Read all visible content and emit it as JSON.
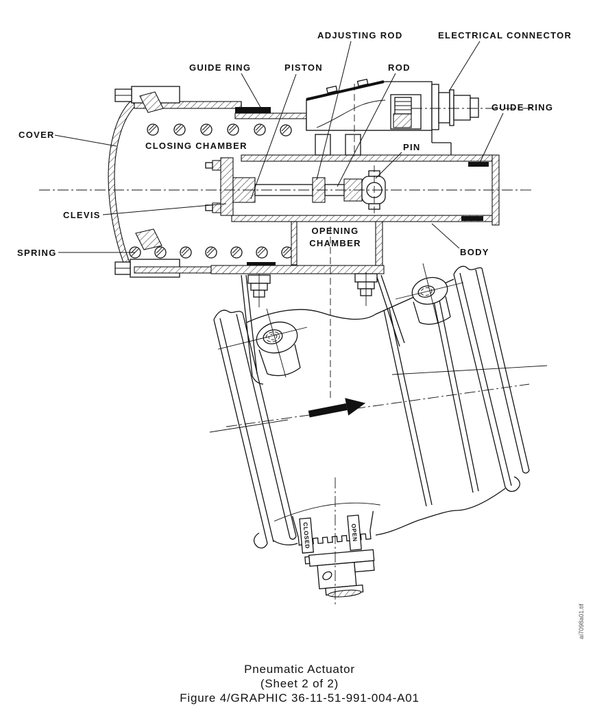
{
  "page": {
    "background": "#ffffff",
    "ink_color": "#111111",
    "watermark_text": "ai7098a01.tif"
  },
  "diagram": {
    "title_hint": "Pneumatic actuator cross-section with labeled parts",
    "labels": {
      "cover": "COVER",
      "guide_ring_left": "GUIDE RING",
      "piston": "PISTON",
      "adjusting_rod": "ADJUSTING ROD",
      "rod": "ROD",
      "electrical_connector": "ELECTRICAL CONNECTOR",
      "guide_ring_right": "GUIDE RING",
      "closing_chamber": "CLOSING CHAMBER",
      "pin": "PIN",
      "clevis": "CLEVIS",
      "opening_chamber_line1": "OPENING",
      "opening_chamber_line2": "CHAMBER",
      "spring": "SPRING",
      "body": "BODY",
      "position_closed": "CLOSED",
      "position_open": "OPEN"
    }
  },
  "caption": {
    "line1": "Pneumatic Actuator",
    "line2": "(Sheet 2 of 2)",
    "line3": "Figure 4/GRAPHIC 36-11-51-991-004-A01"
  }
}
